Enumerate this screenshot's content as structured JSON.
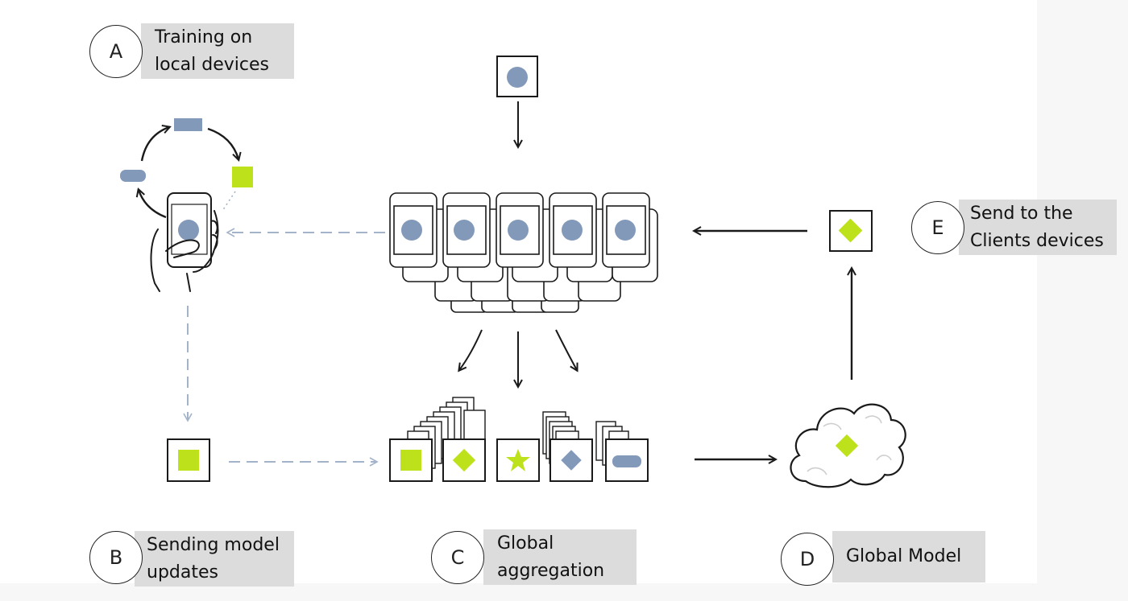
{
  "steps": [
    {
      "letter": "A",
      "line1": "Training on",
      "line2": "local devices"
    },
    {
      "letter": "B",
      "line1": "Sending model",
      "line2": "updates"
    },
    {
      "letter": "C",
      "line1": "Global",
      "line2": "aggregation"
    },
    {
      "letter": "D",
      "line1": "Global Model",
      "line2": ""
    },
    {
      "letter": "E",
      "line1": "Send to the",
      "line2": "Clients devices"
    }
  ],
  "colors": {
    "model_blue": "#8399ba",
    "update_green": "#bde21b",
    "label_bg": "#dcdcdc",
    "dashed_arrow": "#a3b3c9",
    "ink": "#1a1a1a"
  },
  "icons": [
    "hand-phone-icon",
    "phone-stack-icon",
    "model-card-icon",
    "cloud-icon",
    "cycle-arrows-icon"
  ]
}
